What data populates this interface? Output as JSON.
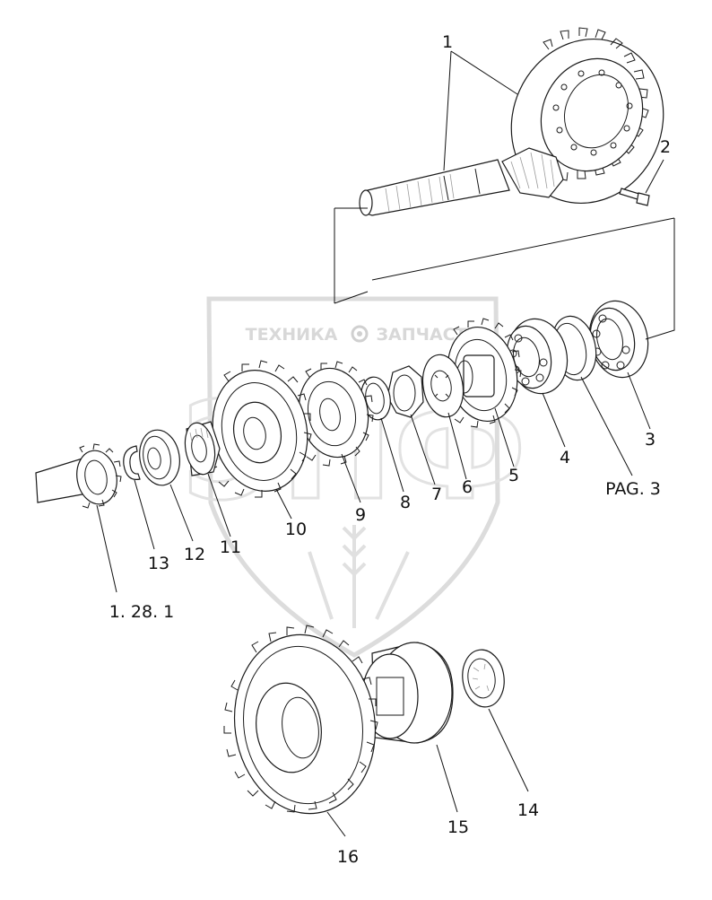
{
  "watermark": {
    "left_word": "ТЕХНИКА",
    "right_word": "ЗАПЧАСТИ",
    "monogram": "ЭПФ"
  },
  "callouts": {
    "c1": "1",
    "c2": "2",
    "c3": "3",
    "c4": "4",
    "c5": "5",
    "c6": "6",
    "c7": "7",
    "c8": "8",
    "c9": "9",
    "c10": "10",
    "c11": "11",
    "c12": "12",
    "c13": "13",
    "c14": "14",
    "c15": "15",
    "c16": "16",
    "ref_shaft": "1. 28. 1",
    "ref_page": "PAG. 3"
  },
  "icons": {
    "watermark_gear": "gear-icon",
    "watermark_emblem": "shield-icon"
  }
}
